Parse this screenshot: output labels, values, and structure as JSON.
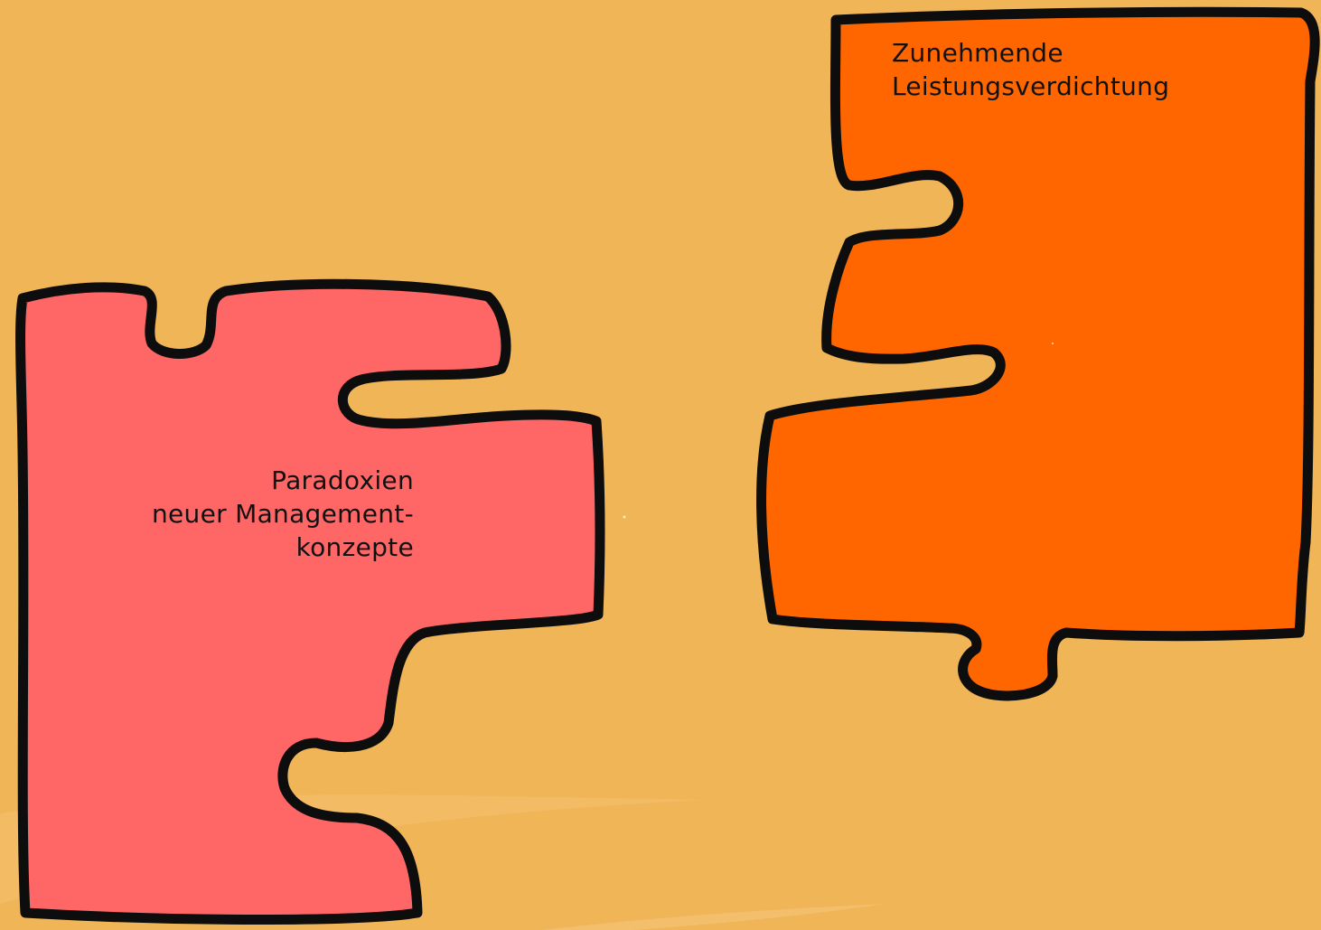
{
  "colors": {
    "background": "#efb556",
    "left_piece_fill": "#ff6666",
    "right_piece_fill": "#ff6600",
    "outline": "#0d0d0d"
  },
  "left_piece": {
    "lines": [
      "Paradoxien",
      "neuer Management-",
      "konzepte"
    ]
  },
  "right_piece": {
    "lines": [
      "Zunehmende",
      "Leistungsverdichtung"
    ]
  }
}
